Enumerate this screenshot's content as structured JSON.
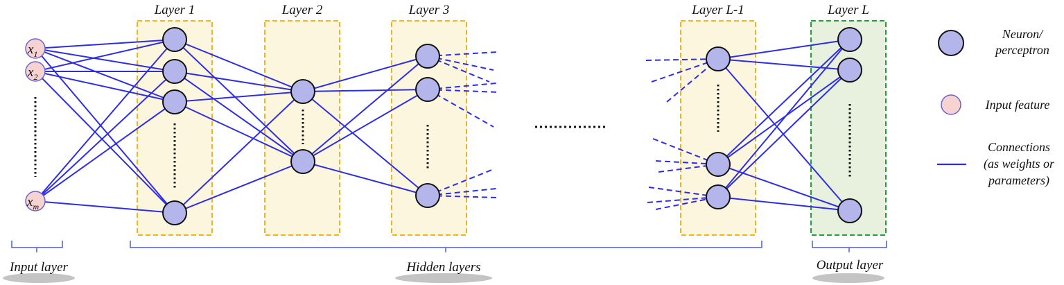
{
  "colors": {
    "connection": "#2d2de8",
    "neuron_fill": "#b4b5ea",
    "input_fill": "#f6d2d0",
    "input_stroke": "#6a62d4",
    "hidden_box_fill": "#fdf6df",
    "hidden_box_stroke": "#f2b417",
    "output_box_fill": "#e7f1dd",
    "output_box_stroke": "#1fa23a",
    "brace": "#4a5fd0",
    "shadow": "#c4c4c4"
  },
  "input_layer": {
    "features": [
      {
        "base": "x",
        "sub": "1"
      },
      {
        "base": "x",
        "sub": "2"
      },
      {
        "base": "x",
        "sub": "m"
      }
    ]
  },
  "layers": {
    "layer1": "Layer 1",
    "layer2": "Layer 2",
    "layer3": "Layer 3",
    "layer_l_minus_1": "Layer L-1",
    "layer_l": "Layer L"
  },
  "legend": {
    "neuron_line1": "Neuron/",
    "neuron_line2": "perceptron",
    "input_feature": "Input feature",
    "connections_line1": "Connections",
    "connections_line2": "(as weights or",
    "connections_line3": "parameters)"
  },
  "bottom": {
    "input_layer": "Input layer",
    "hidden_layers": "Hidden layers",
    "output_layer": "Output layer"
  }
}
